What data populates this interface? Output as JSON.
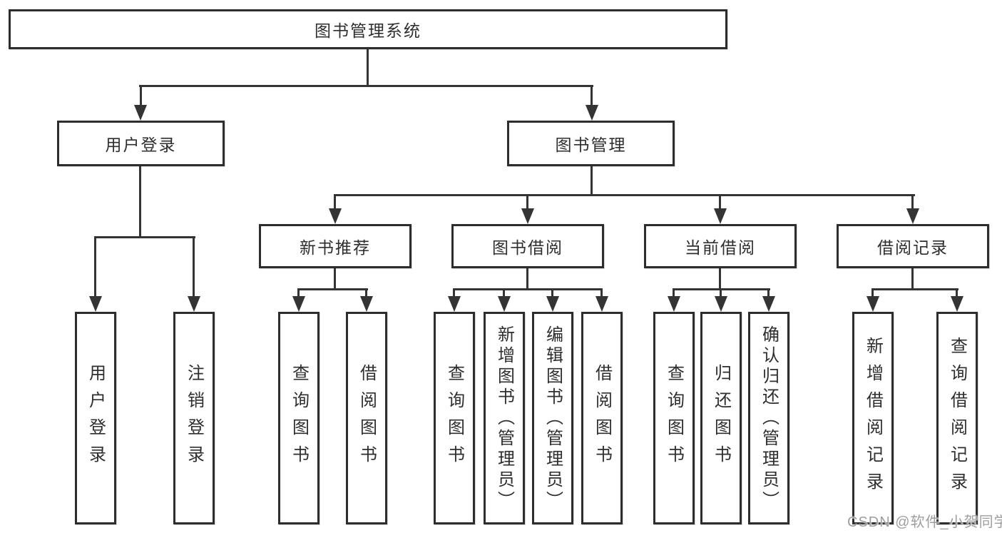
{
  "diagram": {
    "root": {
      "label": "图书管理系统"
    },
    "nodes": {
      "user_login": {
        "label": "用户登录"
      },
      "book_mgmt": {
        "label": "图书管理"
      },
      "new_book": {
        "label": "新书推荐"
      },
      "book_borrow": {
        "label": "图书借阅"
      },
      "current_borrow": {
        "label": "当前借阅"
      },
      "borrow_record": {
        "label": "借阅记录"
      }
    },
    "leaves": {
      "login": "用户登录",
      "logout": "注销登录",
      "nb_query": "查询图书",
      "nb_borrow": "借阅图书",
      "bb_query": "查询图书",
      "bb_add": "新增图书（管理员）",
      "bb_edit": "编辑图书（管理员）",
      "bb_borrow": "借阅图书",
      "cb_query": "查询图书",
      "cb_return": "归还图书",
      "cb_confirm": "确认归还（管理员）",
      "br_add": "新增借阅记录",
      "br_query": "查询借阅记录"
    }
  },
  "watermark": {
    "text": "CSDN @软件_小贺同学"
  },
  "colors": {
    "line": "#343434",
    "box_border": "#2d2d2d",
    "text": "#2e2e2e",
    "watermark": "#9e9e9e",
    "background": "#ffffff"
  }
}
